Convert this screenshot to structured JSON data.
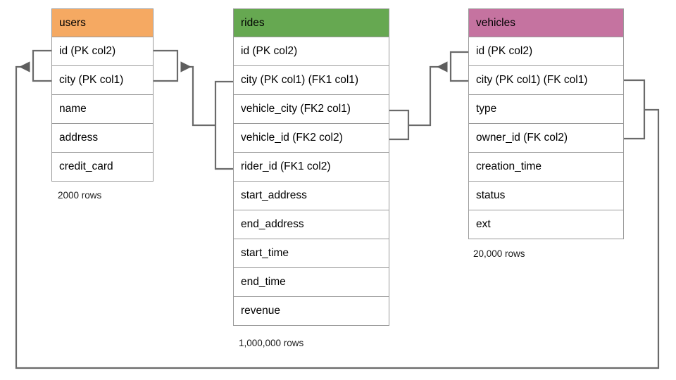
{
  "diagram": {
    "title": "Database schema relationship diagram",
    "background": "#ffffff",
    "line_color": "#6a6a6a",
    "border_color": "#9a9a9a"
  },
  "tables": [
    {
      "name": "users",
      "header_color": "#f5a962",
      "row_count_label": "2000 rows",
      "fields": [
        "id (PK col2)",
        "city (PK col1)",
        "name",
        "address",
        "credit_card"
      ]
    },
    {
      "name": "rides",
      "header_color": "#66a851",
      "row_count_label": "1,000,000 rows",
      "fields": [
        "id (PK col2)",
        "city (PK col1) (FK1 col1)",
        "vehicle_city (FK2 col1)",
        "vehicle_id (FK2 col2)",
        "rider_id (FK1 col2)",
        "start_address",
        "end_address",
        "start_time",
        "end_time",
        "revenue"
      ]
    },
    {
      "name": "vehicles",
      "header_color": "#c573a0",
      "row_count_label": "20,000 rows",
      "fields": [
        "id (PK col2)",
        "city (PK col1) (FK col1)",
        "type",
        "owner_id (FK col2)",
        "creation_time",
        "status",
        "ext"
      ]
    }
  ],
  "relationships": [
    {
      "name": "rides-fk1-to-users",
      "from_table": "rides",
      "from_fields": [
        "city (PK col1) (FK1 col1)",
        "rider_id (FK1 col2)"
      ],
      "to_table": "users",
      "to_fields": [
        "id (PK col2)",
        "city (PK col1)"
      ],
      "arrow_at": "users"
    },
    {
      "name": "rides-fk2-to-vehicles",
      "from_table": "rides",
      "from_fields": [
        "vehicle_city (FK2 col1)",
        "vehicle_id (FK2 col2)"
      ],
      "to_table": "vehicles",
      "to_fields": [
        "id (PK col2)",
        "city (PK col1) (FK col1)"
      ],
      "arrow_at": "vehicles"
    },
    {
      "name": "vehicles-fk-to-users",
      "from_table": "vehicles",
      "from_fields": [
        "city (PK col1) (FK col1)",
        "owner_id (FK col2)"
      ],
      "to_table": "users",
      "to_fields": [
        "id (PK col2)",
        "city (PK col1)"
      ],
      "arrow_at": "users"
    }
  ]
}
